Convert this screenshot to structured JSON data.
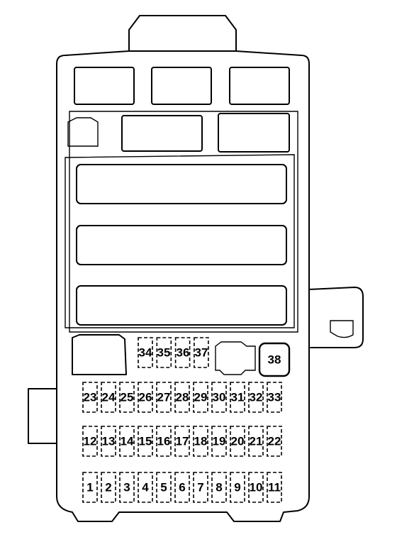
{
  "fuses": {
    "row_bottom": [
      "1",
      "2",
      "3",
      "4",
      "5",
      "6",
      "7",
      "8",
      "9",
      "10",
      "11"
    ],
    "row_middle": [
      "12",
      "13",
      "14",
      "15",
      "16",
      "17",
      "18",
      "19",
      "20",
      "21",
      "22"
    ],
    "row_top": [
      "23",
      "24",
      "25",
      "26",
      "27",
      "28",
      "29",
      "30",
      "31",
      "32",
      "33"
    ],
    "row_upper": [
      "34",
      "35",
      "36",
      "37"
    ],
    "large": "38"
  }
}
